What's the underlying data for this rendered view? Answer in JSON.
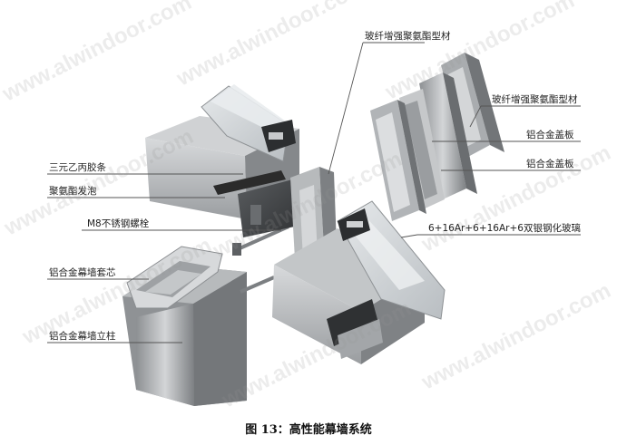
{
  "labels": {
    "frp_profile_top": "玻纤增强聚氨酯型材",
    "frp_profile_right": "玻纤增强聚氨酯型材",
    "al_cover_1": "铝合金盖板",
    "al_cover_2": "铝合金盖板",
    "glass_spec": "6+16Ar+6+16Ar+6双银钢化玻璃",
    "epdm_strip": "三元乙丙胶条",
    "pu_foam": "聚氨酯发泡",
    "bolt": "M8不锈钢螺栓",
    "sleeve": "铝合金幕墙套芯",
    "mullion": "铝合金幕墙立柱"
  },
  "caption": "图 13：高性能幕墙系统",
  "watermark": "www.alwindoor.com",
  "colors": {
    "metal_light": "#c9cbcd",
    "metal_mid": "#9ea1a4",
    "metal_dark": "#6e7174",
    "black_part": "#2a2a2a",
    "glass": "#d6dadd",
    "leader_line": "#555555"
  }
}
